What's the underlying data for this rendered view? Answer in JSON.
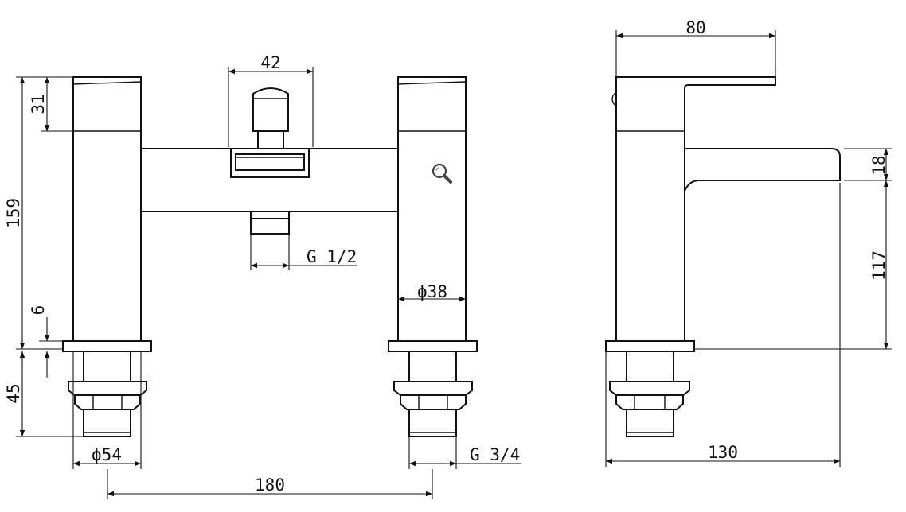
{
  "dimensions": {
    "spout_width": "42",
    "total_height": "159",
    "cap_height": "31",
    "thread_outlet": "G 1/2",
    "body_diameter": "ϕ38",
    "plate_thickness": "6",
    "tail_length": "45",
    "base_diameter": "ϕ54",
    "centres": "180",
    "thread_inlet": "G 3/4",
    "handle_length": "80",
    "spout_height": "18",
    "spout_clearance": "117",
    "projection": "130"
  },
  "icons": {
    "zoom": "magnifier-icon"
  }
}
